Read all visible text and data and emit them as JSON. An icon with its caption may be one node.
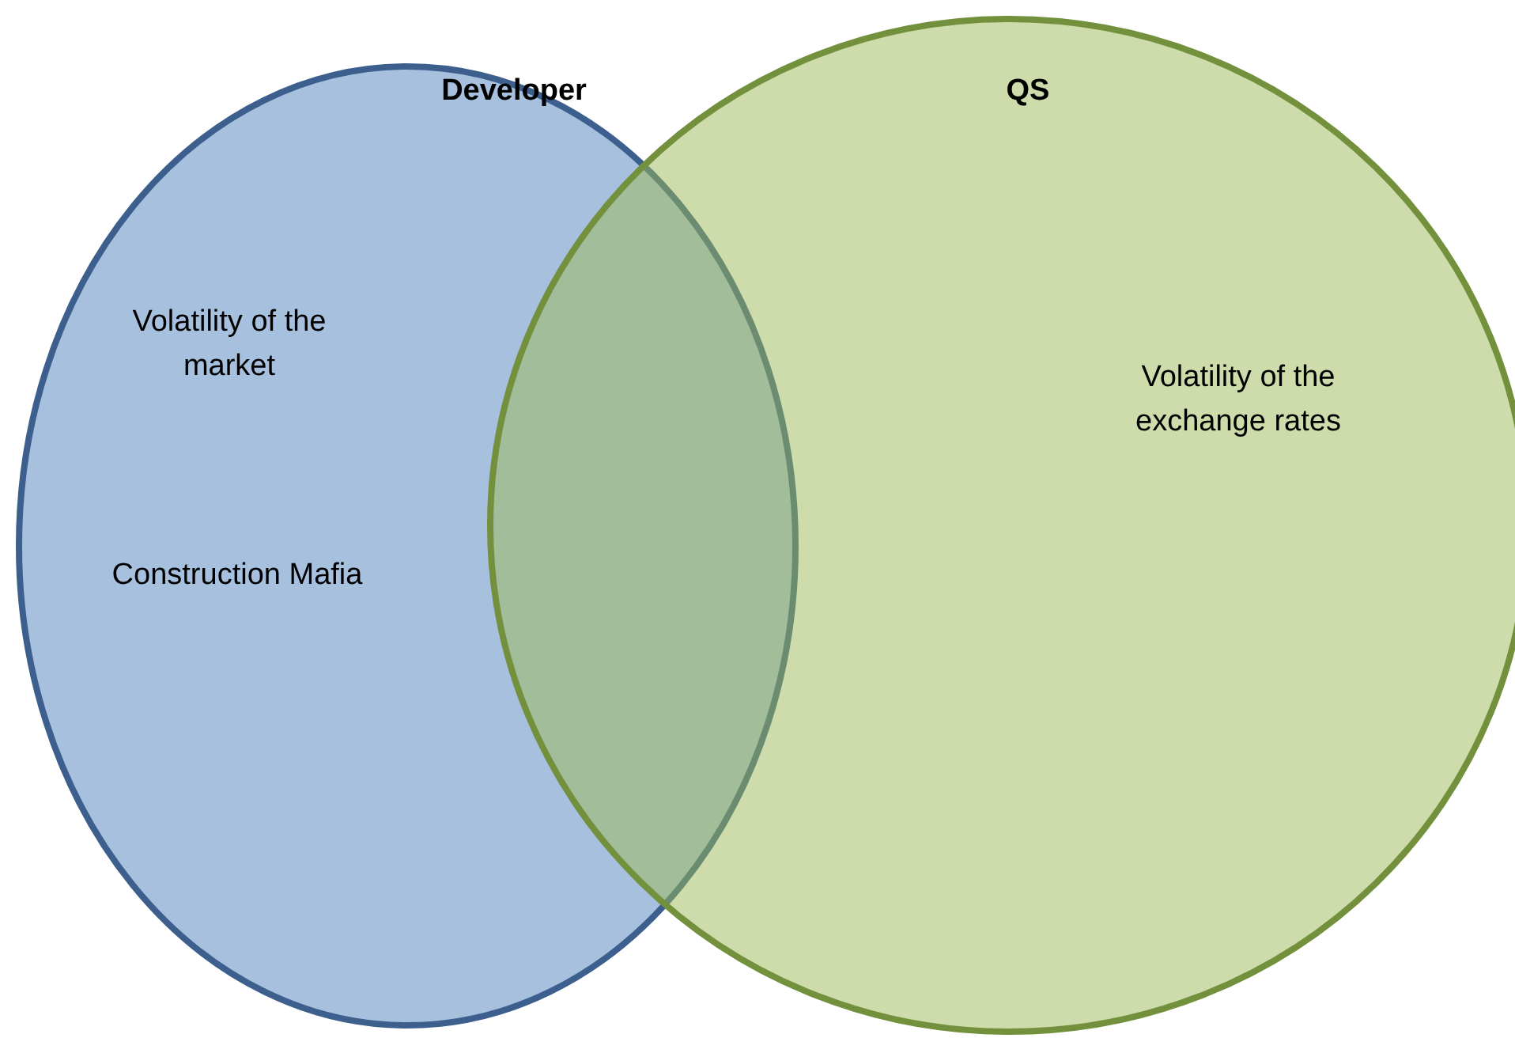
{
  "diagram": {
    "nodes": [
      {
        "text": [
          "Developer",
          "Volatility of the market",
          "Construction Mafia"
        ]
      },
      {
        "text": [
          "QS",
          "Volatility of the exchange rates"
        ]
      }
    ]
  }
}
